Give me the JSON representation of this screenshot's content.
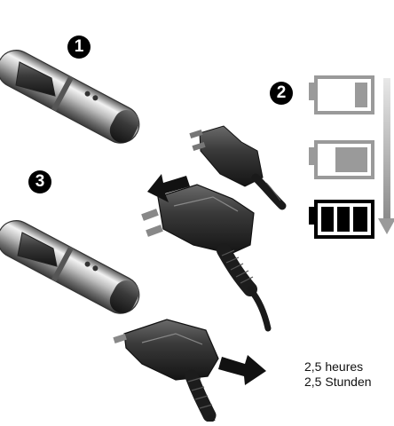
{
  "steps": [
    {
      "label": "1"
    },
    {
      "label": "2"
    },
    {
      "label": "3"
    }
  ],
  "charge_time": {
    "fr": "2,5 heures",
    "de": "2,5 Stunden"
  },
  "battery_levels": [
    {
      "state": "low",
      "fill": 0.25
    },
    {
      "state": "medium",
      "fill": 0.55
    },
    {
      "state": "full",
      "fill": 1.0
    }
  ],
  "colors": {
    "step_badge": "#000000",
    "battery_dim": "#9a9a9a",
    "battery_full": "#000000",
    "progress_arrow": "#a8a8a8"
  },
  "icons": [
    "headset-device",
    "charger-plug",
    "insert-arrow",
    "remove-arrow",
    "battery-icon",
    "progress-arrow"
  ]
}
